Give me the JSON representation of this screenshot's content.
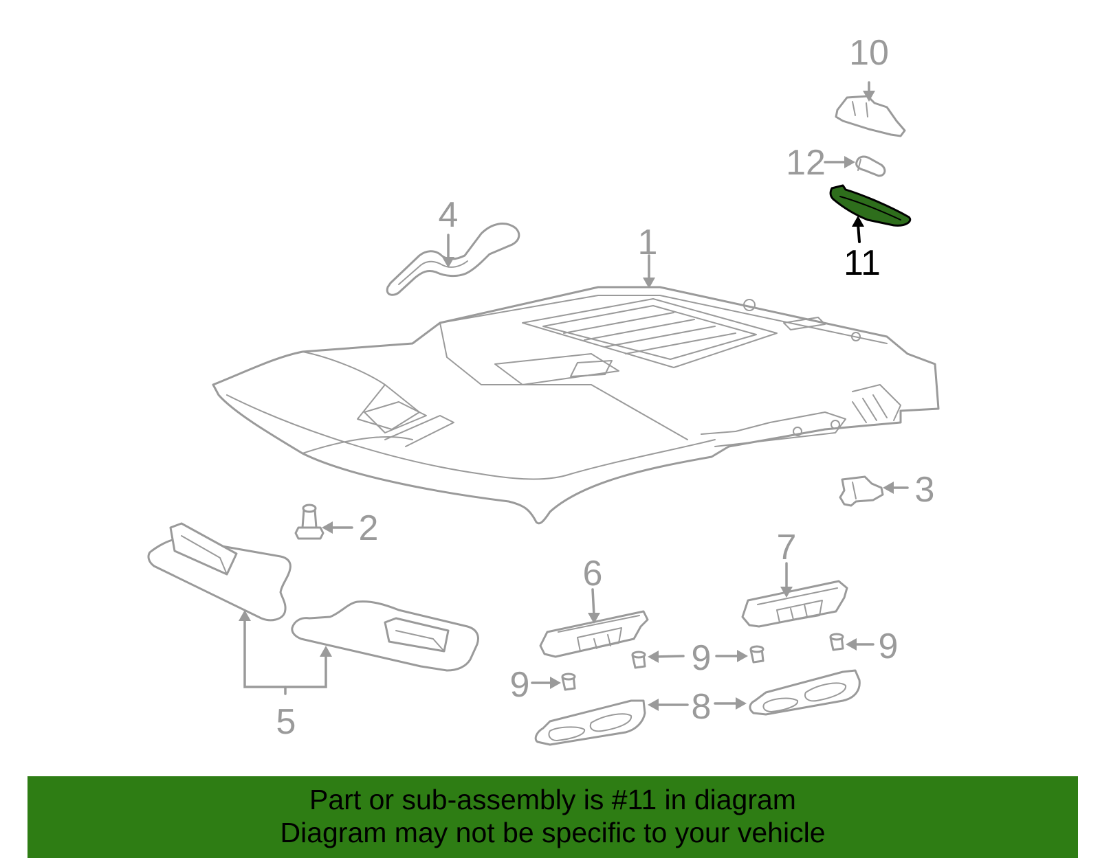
{
  "diagram": {
    "callouts": {
      "c1": "1",
      "c2": "2",
      "c3": "3",
      "c4": "4",
      "c5": "5",
      "c6": "6",
      "c7": "7",
      "c8": "8",
      "c9a": "9",
      "c9b": "9",
      "c9c": "9",
      "c10": "10",
      "c11": "11",
      "c12": "12"
    },
    "highlighted_part": "11",
    "highlight_color": "#2e6e1c",
    "part_color": "#9a9a9a"
  },
  "banner": {
    "line1": "Part or sub-assembly is #11 in diagram",
    "line2": "Diagram may not be specific to your vehicle",
    "background": "#2e7d14"
  }
}
